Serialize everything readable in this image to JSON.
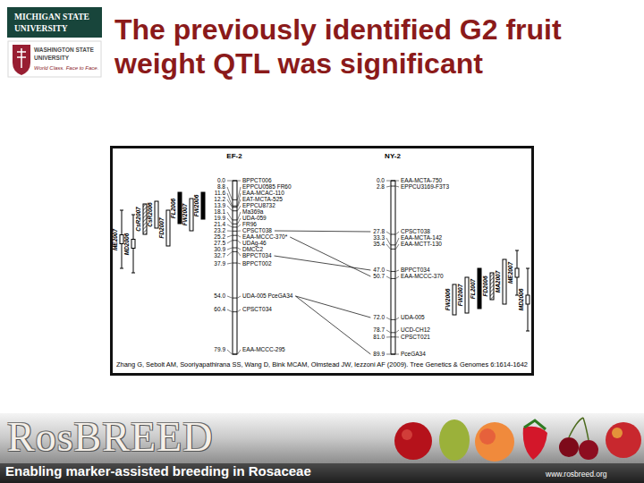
{
  "diagram": {
    "title": "The previously identified G2 fruit weight QTL was significant",
    "nodes": [
      {
        "text": [
          "Zhang G, Sebolt AM, Sooriyapathirana SS, Wang D, Bink MCAM, Olmstead JW, Iezzoni AF (2009). Tree Genetics & Genomes 6:1614-1642"
        ]
      },
      {
        "text": [
          "RosBREED",
          "Enabling marker-assisted breeding in Rosaceae",
          "www.rosbreed.org"
        ]
      }
    ],
    "labels": [
      "MICHIGAN STATE",
      "UNIVERSITY",
      "WASHINGTON STATE",
      "UNIVERSITY",
      "World Class. Face to Face.",
      "EF-2",
      "NY-2",
      "0.0",
      "BPPCT006",
      "8.8",
      "EPPCU0585 FR60",
      "11.6",
      "EAA-MCAC-110",
      "12.2",
      "EAT-MCTA-525",
      "13.9",
      "EPPCU8732",
      "18.1",
      "Ma369a",
      "19.9",
      "UDA-059",
      "21.4",
      "FR96",
      "23.2",
      "CPSCT038",
      "25.2",
      "EAA-MCCC-370*",
      "27.5",
      "UDAg-46",
      "30.9",
      "DMCC2",
      "32.7",
      "BPPCT034",
      "37.9",
      "BPPCT002",
      "54.0",
      "UDA-005 PceGA34",
      "60.4",
      "CPSCT034",
      "79.9",
      "EAA-MCCC-295",
      "0.0",
      "EAA-MCTA-750",
      "2.8",
      "EPPCU3169-F3T3",
      "27.8",
      "CPSCT038",
      "33.3",
      "EAA-MCTA-142",
      "35.4",
      "EAA-MCTT-130",
      "47.0",
      "BPPCT034",
      "50.7",
      "EAA-MCCC-370",
      "72.0",
      "UDA-005",
      "78.7",
      "UCD-CH12",
      "81.0",
      "CPSCT021",
      "89.9",
      "PceGA34",
      "ME2007",
      "MD2006",
      "CsR2007",
      "CsR2006",
      "FD2007",
      "FL2006",
      "FW2007",
      "FW2006",
      "FW2006",
      "FW2007",
      "FL2007",
      "FD2006",
      "MA2007",
      "ME2007",
      "MD2006"
    ]
  }
}
